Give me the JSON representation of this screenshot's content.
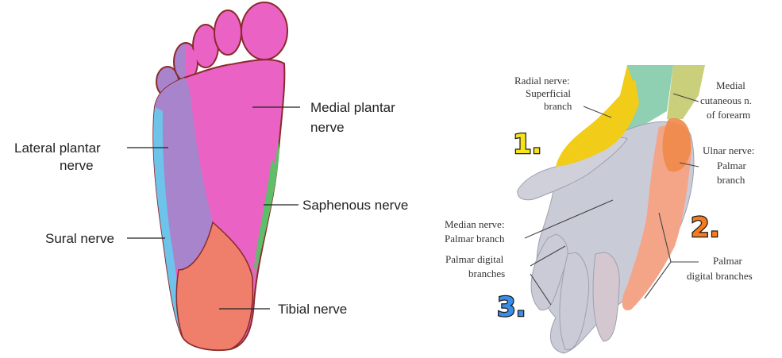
{
  "foot": {
    "labels": {
      "medial_plantar_1": "Medial plantar",
      "medial_plantar_2": "nerve",
      "lateral_plantar_1": "Lateral plantar",
      "lateral_plantar_2": "nerve",
      "saphenous": "Saphenous nerve",
      "sural": "Sural nerve",
      "tibial": "Tibial nerve"
    },
    "colors": {
      "medial_plantar": "#ea62c4",
      "lateral_plantar": "#a884cc",
      "saphenous": "#5fbe6a",
      "sural": "#6ec3ea",
      "tibial": "#ef7f6b",
      "outline": "#8a2a2a"
    }
  },
  "hand": {
    "labels": {
      "radial_1": "Radial nerve:",
      "radial_2": "Superficial",
      "radial_3": "branch",
      "medial_cut_1": "Medial",
      "medial_cut_2": "cutaneous n.",
      "medial_cut_3": "of forearm",
      "ulnar_1": "Ulnar nerve:",
      "ulnar_2": "Palmar",
      "ulnar_3": "branch",
      "median_1": "Median nerve:",
      "median_2": "Palmar branch",
      "palmar_digital_left_1": "Palmar digital",
      "palmar_digital_left_2": "branches",
      "palmar_digital_right_1": "Palmar",
      "palmar_digital_right_2": "digital branches"
    },
    "numbers": {
      "one": "1.",
      "two": "2.",
      "three": "3."
    },
    "colors": {
      "radial": "#f1cd1a",
      "medial_cutaneous": "#c9cf7a",
      "musculocutaneous": "#8fcfb2",
      "ulnar_palmar": "#f08a4a",
      "ulnar_digital": "#f4a588",
      "median": "#c9cbd6",
      "number_one": "#f7e51a",
      "number_two": "#f57b1e",
      "number_three": "#3a8ee8"
    }
  }
}
